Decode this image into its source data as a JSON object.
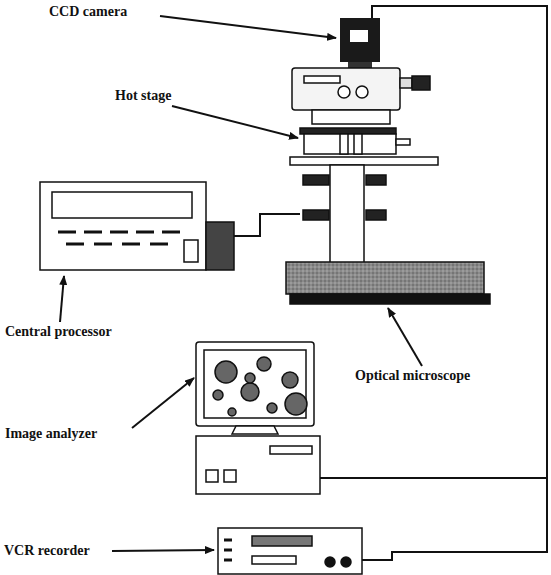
{
  "diagram": {
    "labels": [
      "CCD camera",
      "Hot stage",
      "Central processor",
      "Optical microscope",
      "Image analyzer",
      "VCR recorder"
    ]
  }
}
